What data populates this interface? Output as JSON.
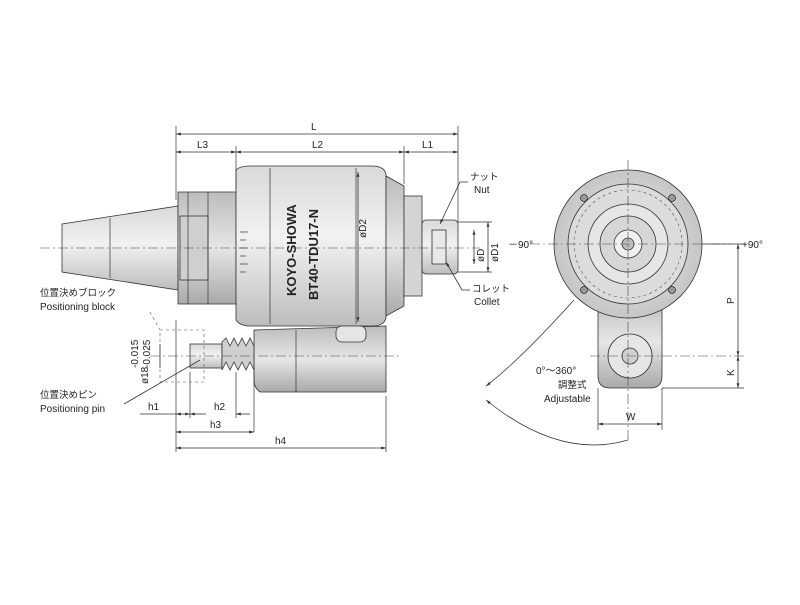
{
  "dimensions": {
    "L": "L",
    "L1": "L1",
    "L2": "L2",
    "L3": "L3",
    "h1": "h1",
    "h2": "h2",
    "h3": "h3",
    "h4": "h4",
    "P": "P",
    "K": "K",
    "W": "W",
    "D": "øD",
    "D1": "øD1",
    "D2": "øD2"
  },
  "body_marking": {
    "brand": "KOYO-SHOWA",
    "model": "BT40-TDU17-N"
  },
  "callouts": {
    "nut_jp": "ナット",
    "nut_en": "Nut",
    "collet_jp": "コレット",
    "collet_en": "Collet",
    "block_jp": "位置決めブロック",
    "block_en": "Positioning block",
    "pin_jp": "位置決めピン",
    "pin_en": "Positioning pin"
  },
  "tolerance": {
    "diameter": "ø18",
    "upper": "-0.015",
    "lower": "-0.025"
  },
  "rotation": {
    "minus": "－90°",
    "plus": "+90°",
    "range": "0°～360°",
    "jp": "調整式",
    "en": "Adjustable"
  }
}
